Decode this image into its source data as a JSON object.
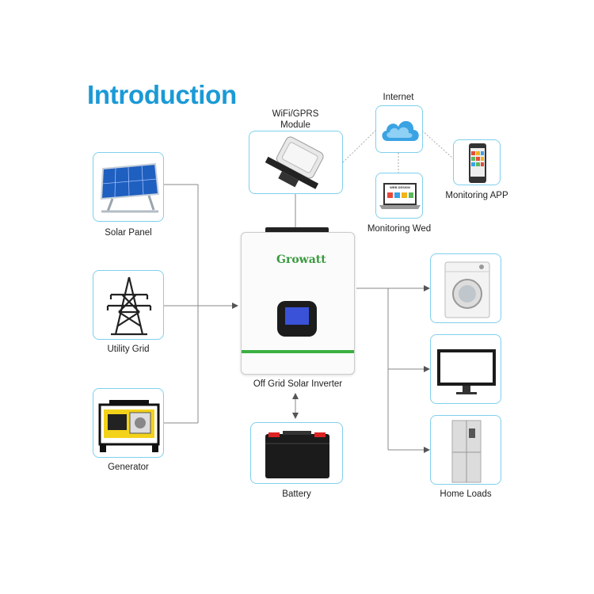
{
  "title": "Introduction",
  "nodes": {
    "solar_panel": "Solar Panel",
    "utility_grid": "Utility Grid",
    "generator": "Generator",
    "wifi_module_line1": "WiFi/GPRS",
    "wifi_module_line2": "Module",
    "internet": "Internet",
    "monitoring_web": "Monitoring Wed",
    "monitoring_app": "Monitoring APP",
    "inverter": "Off Grid Solar Inverter",
    "battery": "Battery",
    "home_loads": "Home Loads"
  },
  "brand": "Growatt",
  "web_screen_text": "WEB DESIGN",
  "colors": {
    "accent": "#1a9ad6",
    "box_border": "#7fd0ec",
    "inverter_stripe": "#3cb043",
    "brand_green": "#3a9a3f"
  }
}
